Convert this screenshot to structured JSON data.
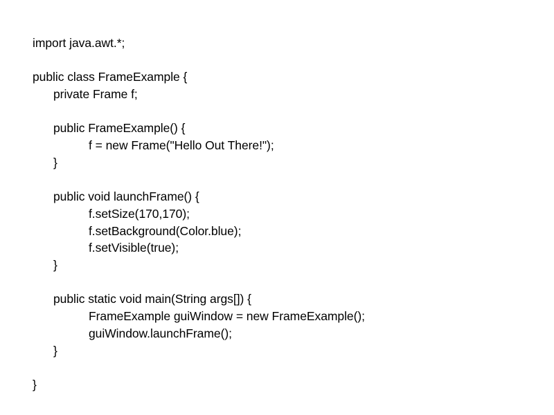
{
  "slide": {
    "background_color": "#ffffff",
    "text_color": "#000000",
    "language": "java",
    "class_name": "FrameExample"
  },
  "code": {
    "lines": [
      {
        "indent": 0,
        "text": "import java.awt.*;"
      },
      {
        "indent": 0,
        "text": ""
      },
      {
        "indent": 0,
        "text": "public class FrameExample {"
      },
      {
        "indent": 1,
        "text": "private Frame f;"
      },
      {
        "indent": 0,
        "text": ""
      },
      {
        "indent": 1,
        "text": "public FrameExample() {"
      },
      {
        "indent": 2,
        "text": "f = new Frame(\"Hello Out There!\");"
      },
      {
        "indent": 1,
        "text": "}"
      },
      {
        "indent": 0,
        "text": ""
      },
      {
        "indent": 1,
        "text": "public void launchFrame() {"
      },
      {
        "indent": 2,
        "text": "f.setSize(170,170);"
      },
      {
        "indent": 2,
        "text": "f.setBackground(Color.blue);"
      },
      {
        "indent": 2,
        "text": "f.setVisible(true);"
      },
      {
        "indent": 1,
        "text": "}"
      },
      {
        "indent": 0,
        "text": ""
      },
      {
        "indent": 1,
        "text": "public static void main(String args[]) {"
      },
      {
        "indent": 2,
        "text": "FrameExample guiWindow = new FrameExample();"
      },
      {
        "indent": 2,
        "text": "guiWindow.launchFrame();"
      },
      {
        "indent": 1,
        "text": "}"
      },
      {
        "indent": 0,
        "text": ""
      },
      {
        "indent": 0,
        "text": "}"
      }
    ]
  }
}
